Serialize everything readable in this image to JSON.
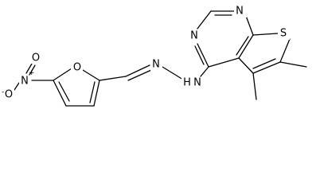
{
  "molecule": {
    "atoms": {
      "nitro_n": "N",
      "nitro_o_top": "O",
      "nitro_o_minus": "O",
      "furan_o": "O",
      "hydrazone_n1": "N",
      "hydrazone_n2": "N",
      "hydrazone_h": "H",
      "pyrimidine_n_top": "N",
      "pyrimidine_n_left": "N",
      "thiophene_s": "S"
    },
    "charges": {
      "nitro_n_plus": "+",
      "nitro_o_minus": "-"
    },
    "colors": {
      "bond": "#000000",
      "text": "#000000",
      "background": "#ffffff"
    }
  }
}
